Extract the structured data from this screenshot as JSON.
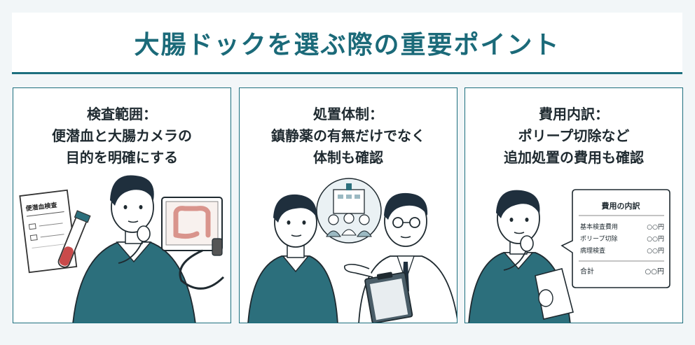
{
  "title": "大腸ドックを選ぶ際の重要ポイント",
  "panels": [
    {
      "lines": [
        "検査範囲：",
        "便潜血と大腸カメラの",
        "目的を明確にする"
      ],
      "doc_label": "便潜血検査"
    },
    {
      "lines": [
        "処置体制：",
        "鎮静薬の有無だけでなく",
        "体制も確認"
      ]
    },
    {
      "lines": [
        "費用内訳：",
        "ポリープ切除など",
        "追加処置の費用も確認"
      ],
      "bubble": {
        "title": "費用の内訳",
        "rows": [
          {
            "label": "基本検査費用",
            "value": "○○円"
          },
          {
            "label": "ポリープ切除",
            "value": "○○円"
          },
          {
            "label": "病理検査",
            "value": "○○円"
          }
        ],
        "total_label": "合計",
        "total_value": "○○円"
      }
    }
  ],
  "colors": {
    "accent": "#1d6f7e",
    "sweater": "#2c6f7c",
    "background": "#f2f6f8"
  }
}
